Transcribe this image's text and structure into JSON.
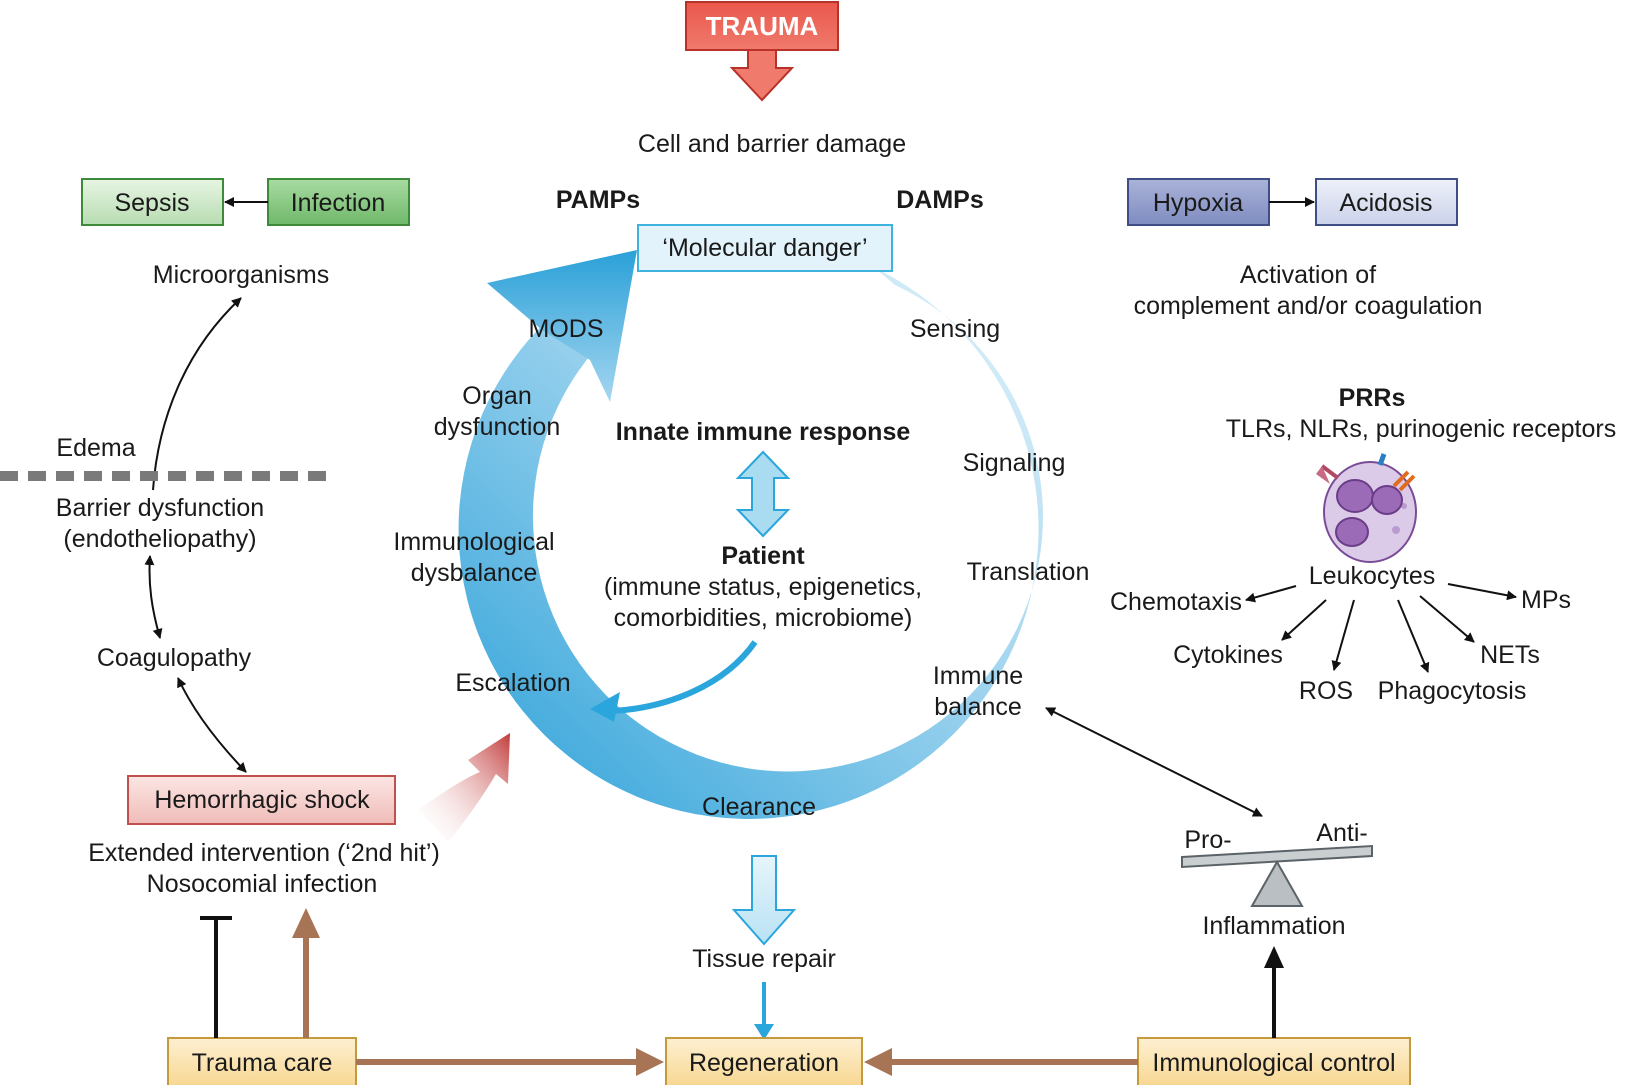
{
  "colors": {
    "trauma_fill": "#e9574c",
    "trauma_stroke": "#b8322a",
    "green_light": "#c6e5c1",
    "green_mid": "#79bf74",
    "green_stroke": "#3d8a3a",
    "blue_dark": "#8b97c7",
    "blue_light": "#d5dbee",
    "blue_stroke": "#3f4f86",
    "molecular_fill": "#e2f3fb",
    "molecular_stroke": "#3db3dd",
    "cycle_dark": "#2aa6dc",
    "cycle_light": "#d9eef8",
    "shock_fill": "#f6d2d0",
    "shock_stroke": "#c0504d",
    "care_fill": "#fbe3b0",
    "care_stroke": "#c59a3c",
    "brown_arrow": "#a77555",
    "cell_fill": "#d8c8e6",
    "cell_nucleus": "#9c6bb8"
  },
  "icons": {
    "trauma_arrow": "down-arrow-icon",
    "leukocyte": "leukocyte-cell-icon",
    "balance": "seesaw-balance-icon"
  },
  "top": {
    "trauma": "TRAUMA",
    "cell_damage": "Cell and barrier damage",
    "pamps": "PAMPs",
    "damps": "DAMPs",
    "molecular_danger": "‘Molecular danger’"
  },
  "left": {
    "sepsis": "Sepsis",
    "infection": "Infection",
    "microorganisms": "Microorganisms",
    "edema": "Edema",
    "barrier_line1": "Barrier dysfunction",
    "barrier_line2": "(endotheliopathy)",
    "coagulopathy": "Coagulopathy",
    "hemorrhagic_shock": "Hemorrhagic shock",
    "extended_intervention": "Extended intervention (‘2nd hit’)",
    "nosocomial": "Nosocomial infection"
  },
  "right": {
    "hypoxia": "Hypoxia",
    "acidosis": "Acidosis",
    "activation_line1": "Activation of",
    "activation_line2": "complement and/or coagulation",
    "prrs": "PRRs",
    "receptors": "TLRs, NLRs, purinogenic receptors",
    "leukocytes": "Leukocytes",
    "chemotaxis": "Chemotaxis",
    "mps": "MPs",
    "cytokines": "Cytokines",
    "nets": "NETs",
    "ros": "ROS",
    "phagocytosis": "Phagocytosis",
    "pro": "Pro-",
    "anti": "Anti-",
    "inflammation": "Inflammation"
  },
  "cycle": {
    "mods": "MODS",
    "organ_line1": "Organ",
    "organ_line2": "dysfunction",
    "immuno_line1": "Immunological",
    "immuno_line2": "dysbalance",
    "escalation": "Escalation",
    "sensing": "Sensing",
    "signaling": "Signaling",
    "translation": "Translation",
    "balance_line1": "Immune",
    "balance_line2": "balance",
    "clearance": "Clearance"
  },
  "center": {
    "innate": "Innate immune response",
    "patient": "Patient",
    "patient_line1": "(immune status, epigenetics,",
    "patient_line2": "comorbidities, microbiome)"
  },
  "bottom": {
    "tissue_repair": "Tissue repair",
    "trauma_care": "Trauma care",
    "regeneration": "Regeneration",
    "immunological_control": "Immunological control"
  }
}
